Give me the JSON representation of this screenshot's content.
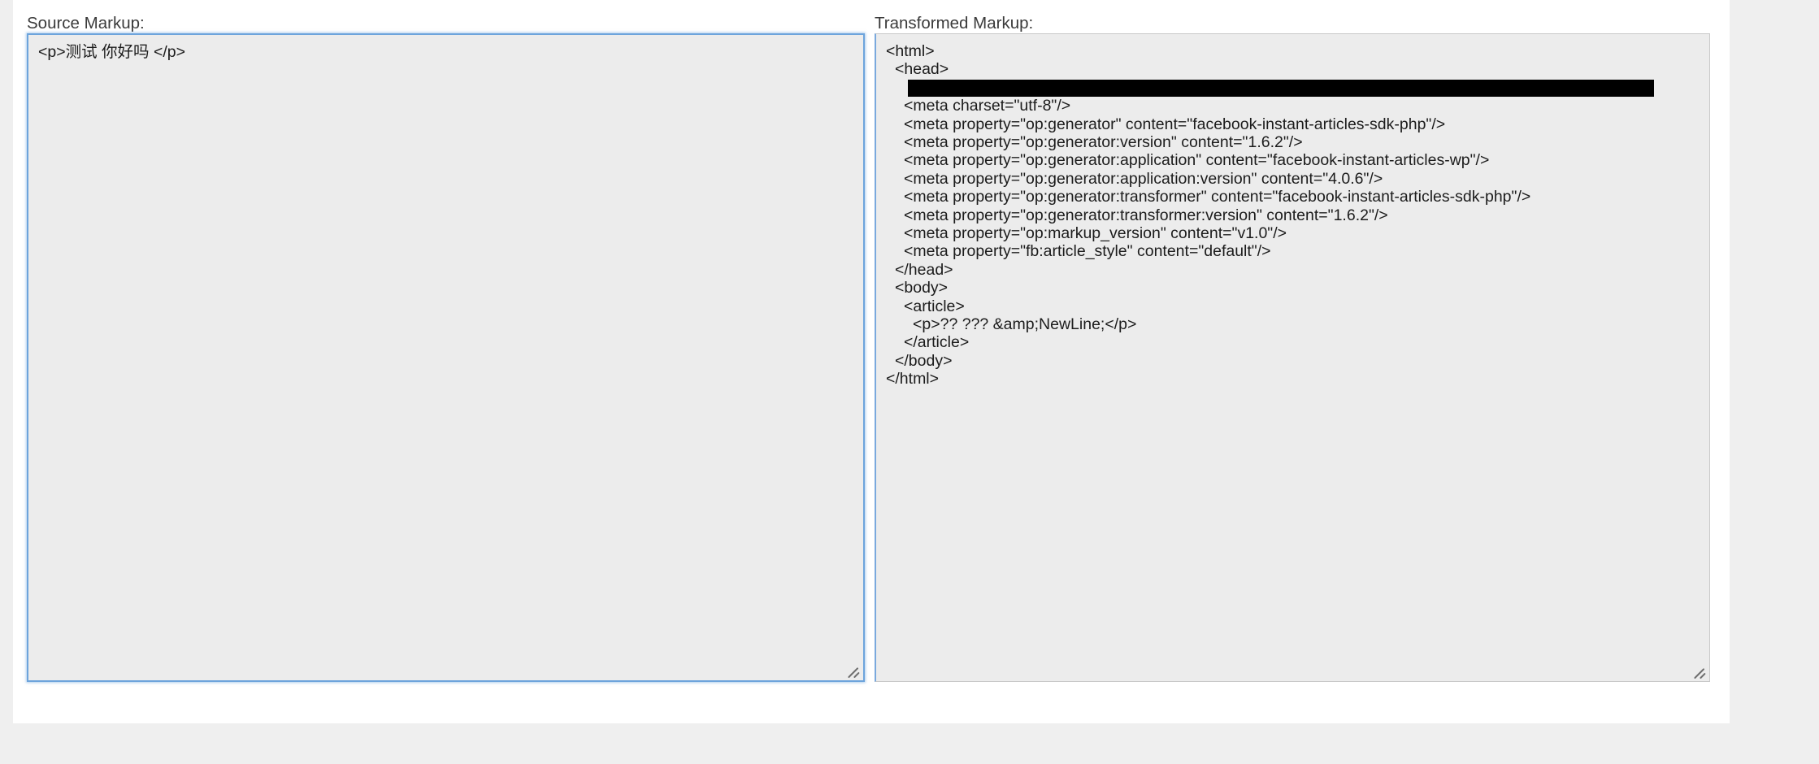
{
  "page": {
    "background_color": "#efefef",
    "card_background": "#ffffff"
  },
  "source_panel": {
    "label": "Source Markup:",
    "textarea": {
      "value": "<p>测试 你好吗 </p>",
      "placeholder": "",
      "focused": true,
      "border_color": "#6da4dc",
      "background_color": "#ececec"
    },
    "resize_handle": "resize-grip-icon"
  },
  "output_panel": {
    "label": "Transformed Markup:",
    "textarea": {
      "background_color": "#ececec",
      "border_color": "#c9c9c9",
      "redacted_line_color": "#000000",
      "lines": [
        {
          "indent": 0,
          "text": "<html>",
          "redacted": false
        },
        {
          "indent": 1,
          "text": "<head>",
          "redacted": false
        },
        {
          "indent": 2,
          "text": "",
          "redacted": true
        },
        {
          "indent": 2,
          "text": "<meta charset=\"utf-8\"/>",
          "redacted": false
        },
        {
          "indent": 2,
          "text": "<meta property=\"op:generator\" content=\"facebook-instant-articles-sdk-php\"/>",
          "redacted": false
        },
        {
          "indent": 2,
          "text": "<meta property=\"op:generator:version\" content=\"1.6.2\"/>",
          "redacted": false
        },
        {
          "indent": 2,
          "text": "<meta property=\"op:generator:application\" content=\"facebook-instant-articles-wp\"/>",
          "redacted": false
        },
        {
          "indent": 2,
          "text": "<meta property=\"op:generator:application:version\" content=\"4.0.6\"/>",
          "redacted": false
        },
        {
          "indent": 2,
          "text": "<meta property=\"op:generator:transformer\" content=\"facebook-instant-articles-sdk-php\"/>",
          "redacted": false
        },
        {
          "indent": 2,
          "text": "<meta property=\"op:generator:transformer:version\" content=\"1.6.2\"/>",
          "redacted": false
        },
        {
          "indent": 2,
          "text": "<meta property=\"op:markup_version\" content=\"v1.0\"/>",
          "redacted": false
        },
        {
          "indent": 2,
          "text": "<meta property=\"fb:article_style\" content=\"default\"/>",
          "redacted": false
        },
        {
          "indent": 1,
          "text": "</head>",
          "redacted": false
        },
        {
          "indent": 1,
          "text": "<body>",
          "redacted": false
        },
        {
          "indent": 2,
          "text": "<article>",
          "redacted": false
        },
        {
          "indent": 3,
          "text": "<p>?? ??? &amp;NewLine;</p>",
          "redacted": false
        },
        {
          "indent": 2,
          "text": "</article>",
          "redacted": false
        },
        {
          "indent": 1,
          "text": "</body>",
          "redacted": false
        },
        {
          "indent": 0,
          "text": "</html>",
          "redacted": false
        }
      ]
    },
    "resize_handle": "resize-grip-icon"
  }
}
